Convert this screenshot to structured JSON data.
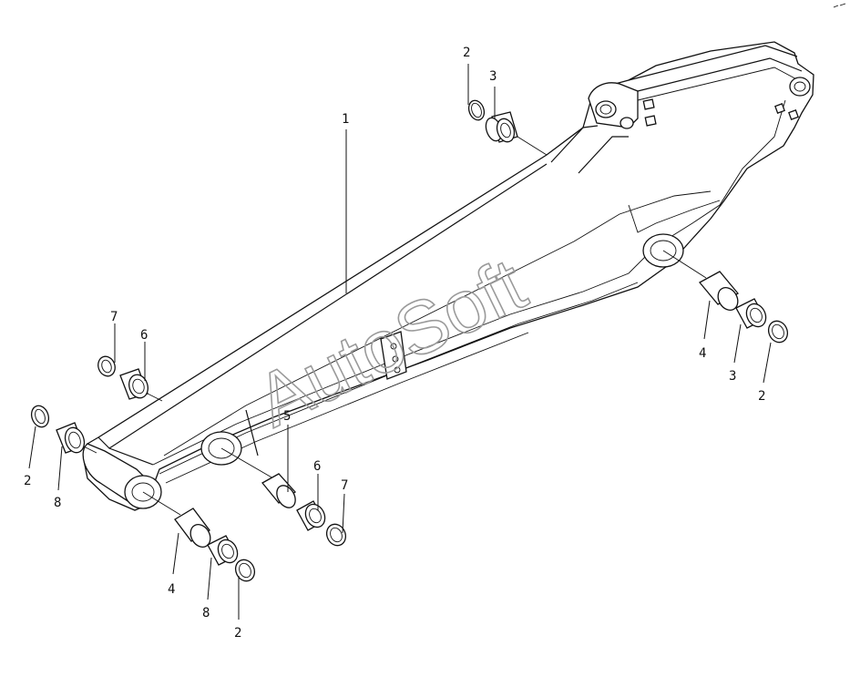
{
  "diagram": {
    "watermark": "AutoSoft",
    "callouts": [
      {
        "id": "c1",
        "label": "1"
      },
      {
        "id": "c2a",
        "label": "2"
      },
      {
        "id": "c3a",
        "label": "3"
      },
      {
        "id": "c7a",
        "label": "7"
      },
      {
        "id": "c6a",
        "label": "6"
      },
      {
        "id": "c2b",
        "label": "2"
      },
      {
        "id": "c8a",
        "label": "8"
      },
      {
        "id": "c5",
        "label": "5"
      },
      {
        "id": "c6b",
        "label": "6"
      },
      {
        "id": "c7b",
        "label": "7"
      },
      {
        "id": "c4a",
        "label": "4"
      },
      {
        "id": "c8b",
        "label": "8"
      },
      {
        "id": "c2c",
        "label": "2"
      },
      {
        "id": "c4b",
        "label": "4"
      },
      {
        "id": "c3b",
        "label": "3"
      },
      {
        "id": "c2d",
        "label": "2"
      }
    ]
  }
}
